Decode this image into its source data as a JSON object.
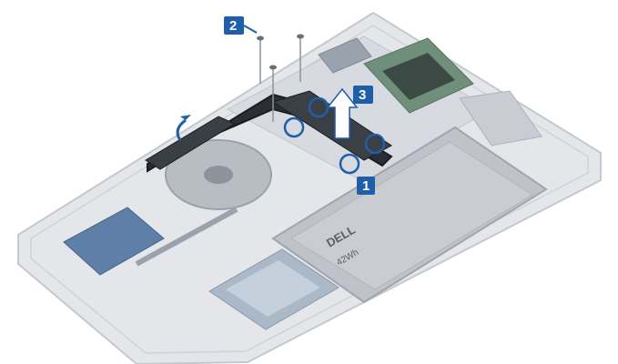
{
  "callouts": [
    {
      "id": "step-1",
      "label": "1"
    },
    {
      "id": "step-2",
      "label": "2"
    },
    {
      "id": "step-3",
      "label": "3"
    }
  ],
  "battery": {
    "brand": "DELL",
    "capacity": "42Wh"
  },
  "colors": {
    "accent_blue": "#1f5fa8",
    "chassis": "#e4e6ea",
    "chassis_edge": "#c4c8cf",
    "heatsink": "#2b2f33",
    "battery": "#bfc3c9"
  }
}
